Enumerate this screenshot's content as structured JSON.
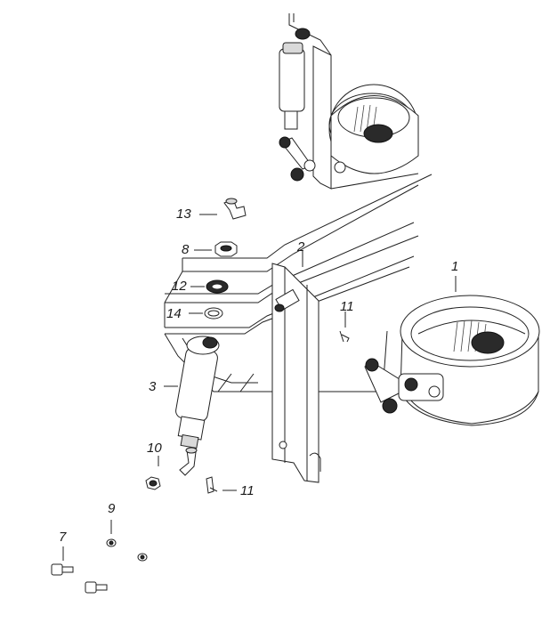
{
  "callouts": {
    "c1": "1",
    "c2": "2",
    "c3": "3",
    "c7": "7",
    "c8": "8",
    "c9": "9",
    "c10": "10",
    "c11a": "11",
    "c11b": "11",
    "c12": "12",
    "c13": "13",
    "c14": "14"
  },
  "colors": {
    "line": "#222222",
    "background": "#ffffff"
  }
}
